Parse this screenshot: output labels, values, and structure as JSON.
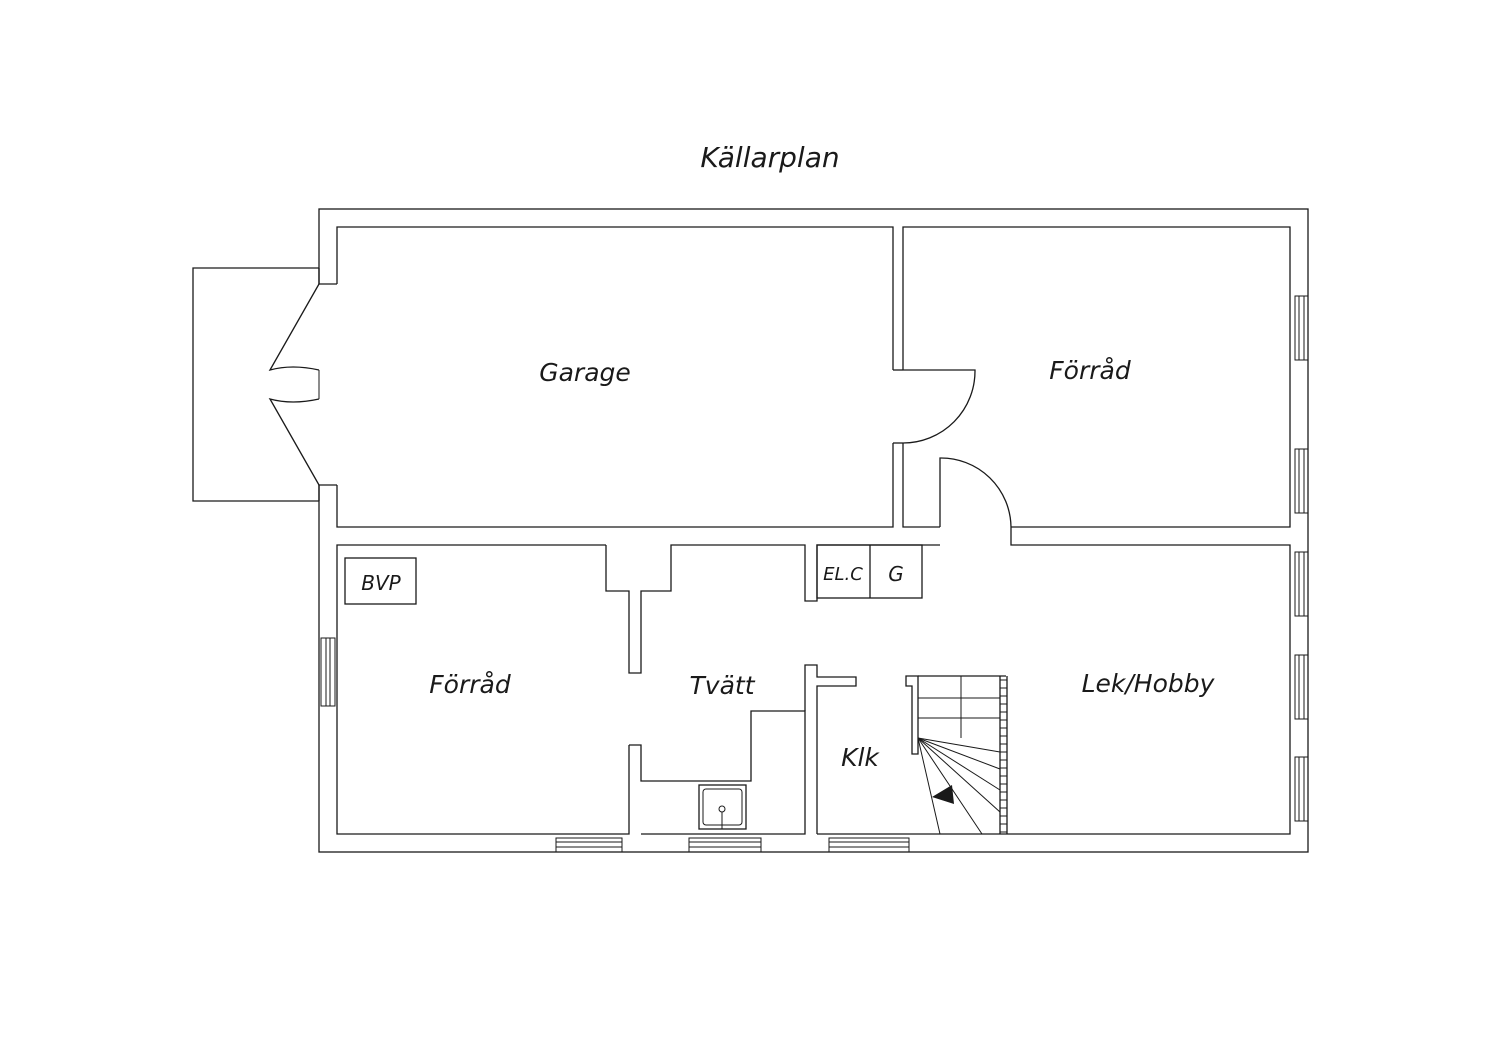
{
  "title": "Källarplan",
  "rooms": {
    "garage": "Garage",
    "forrad_top": "Förråd",
    "forrad_bottom": "Förråd",
    "tvatt": "Tvätt",
    "klk": "Klk",
    "lek_hobby": "Lek/Hobby"
  },
  "fixtures": {
    "bvp": "BVP",
    "elc": "EL.C",
    "g": "G"
  }
}
